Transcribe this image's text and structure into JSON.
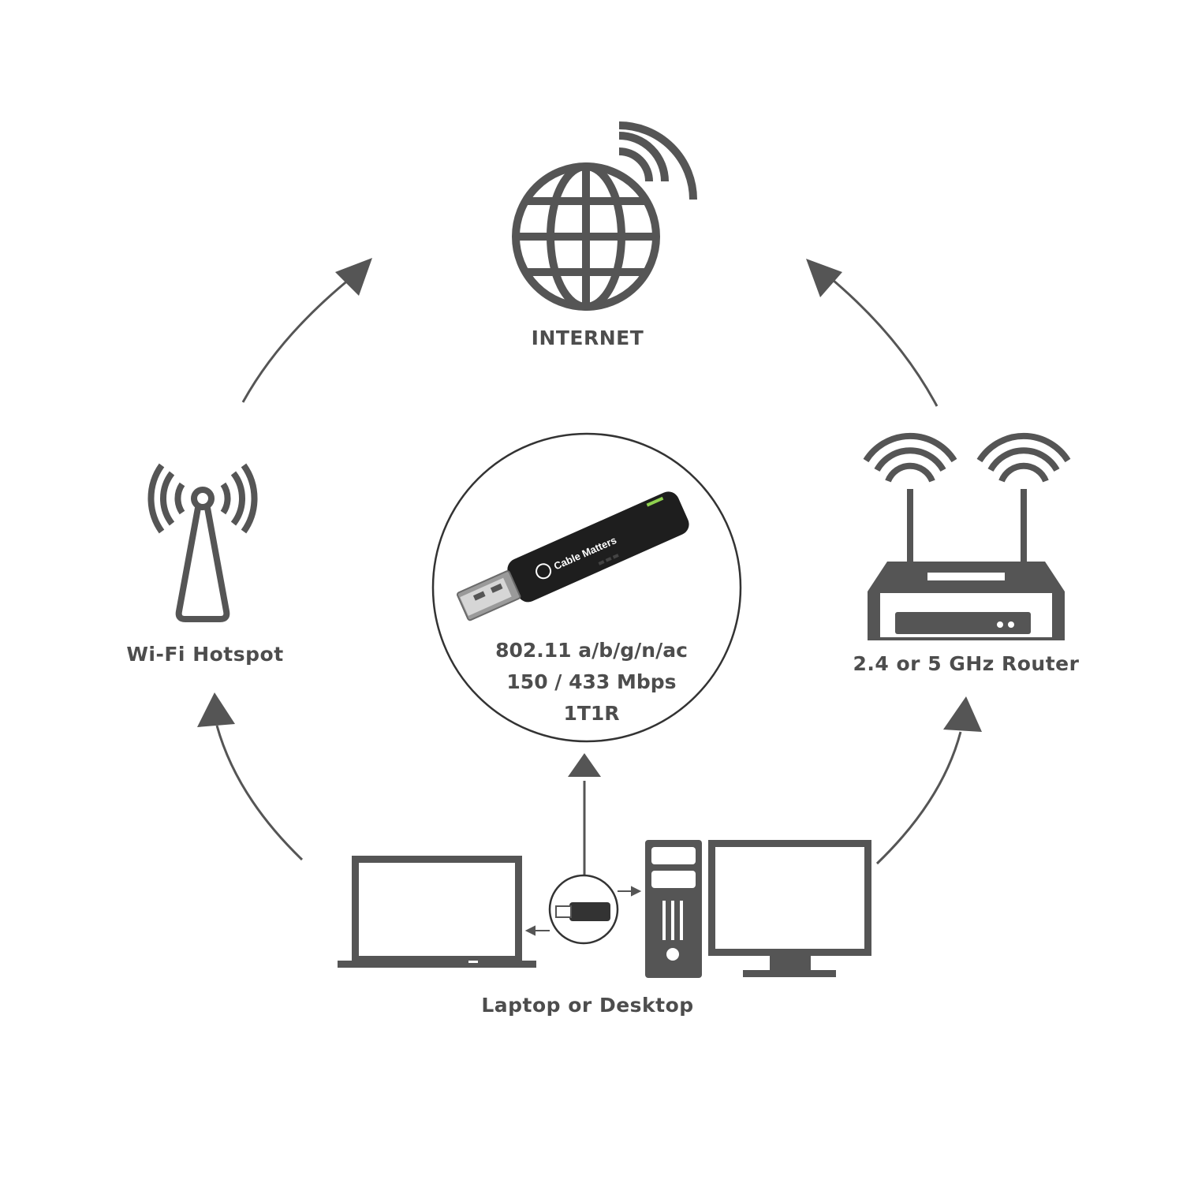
{
  "labels": {
    "internet": "INTERNET",
    "hotspot": "Wi-Fi Hotspot",
    "router": "2.4 or 5 GHz Router",
    "client": "Laptop or Desktop"
  },
  "adapter": {
    "brand": "Cable Matters",
    "specs": [
      "802.11 a/b/g/n/ac",
      "150 / 433 Mbps",
      "1T1R"
    ]
  },
  "icons": [
    "globe-icon",
    "wifi-signal-icon",
    "antenna-tower-icon",
    "router-icon",
    "laptop-icon",
    "desktop-tower-icon",
    "monitor-icon",
    "usb-adapter-icon"
  ],
  "colors": {
    "icon": "#555555",
    "text": "#4d4d4d",
    "dongle": "#1e1e1e",
    "led": "#8fd14f"
  }
}
